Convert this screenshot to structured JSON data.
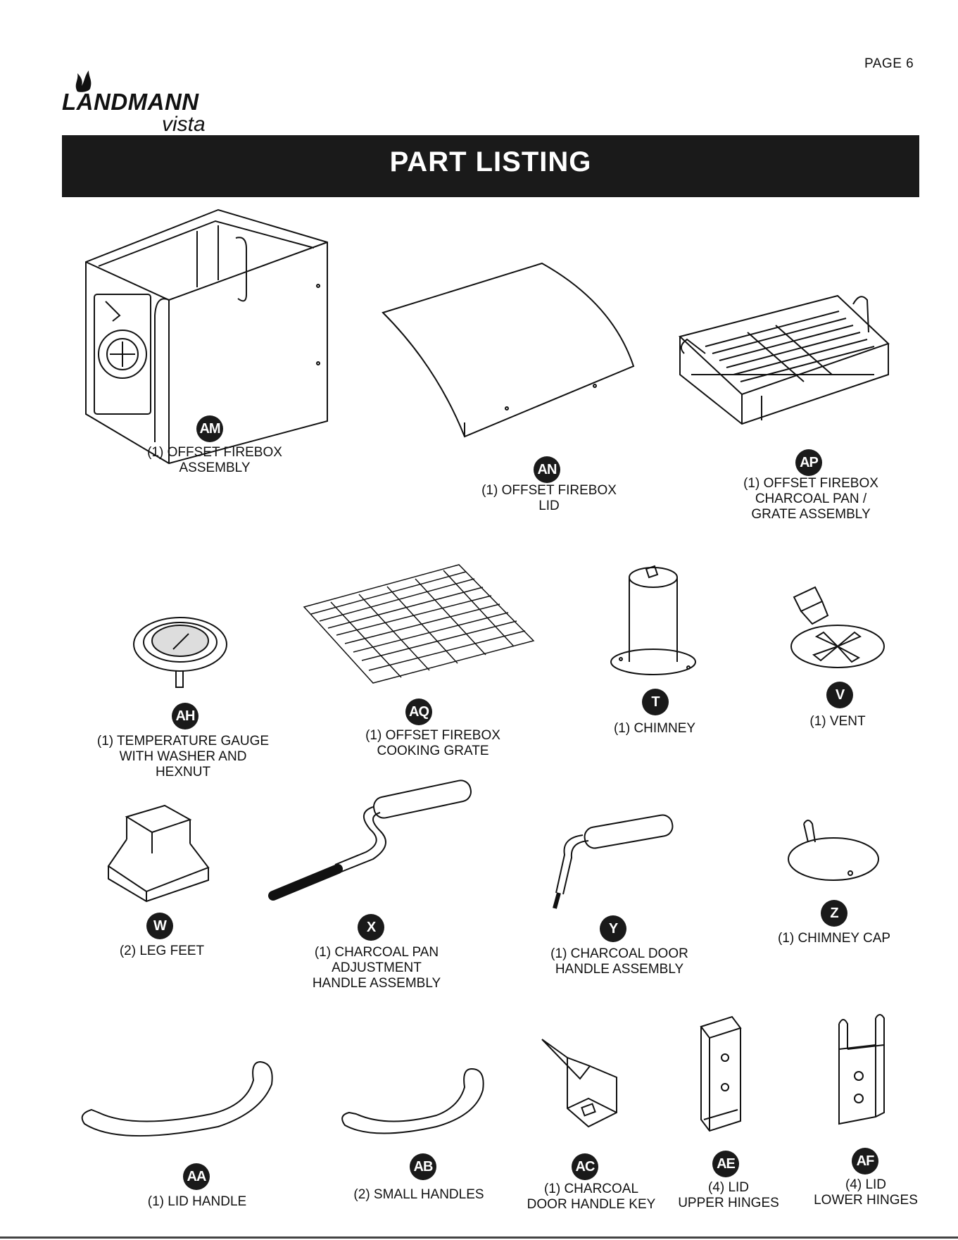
{
  "page": {
    "number_label": "PAGE 6"
  },
  "logo": {
    "brand": "LANDMANN",
    "sub": "vista"
  },
  "banner": {
    "title": "PART LISTING"
  },
  "parts": {
    "am": {
      "code": "AM",
      "line1": "(1) OFFSET FIREBOX",
      "line2": "ASSEMBLY"
    },
    "an": {
      "code": "AN",
      "line1": "(1) OFFSET FIREBOX",
      "line2": "LID"
    },
    "ap": {
      "code": "AP",
      "line1": "(1) OFFSET FIREBOX",
      "line2": "CHARCOAL PAN /",
      "line3": "GRATE ASSEMBLY"
    },
    "ah": {
      "code": "AH",
      "line1": "(1) TEMPERATURE GAUGE",
      "line2": "WITH WASHER AND",
      "line3": "HEXNUT"
    },
    "aq": {
      "code": "AQ",
      "line1": "(1) OFFSET FIREBOX",
      "line2": "COOKING GRATE"
    },
    "t": {
      "code": "T",
      "line1": "(1) CHIMNEY"
    },
    "v": {
      "code": "V",
      "line1": "(1) VENT"
    },
    "w": {
      "code": "W",
      "line1": "(2) LEG FEET"
    },
    "x": {
      "code": "X",
      "line1": "(1) CHARCOAL PAN",
      "line2": "ADJUSTMENT",
      "line3": "HANDLE ASSEMBLY"
    },
    "y": {
      "code": "Y",
      "line1": "(1) CHARCOAL DOOR",
      "line2": "HANDLE ASSEMBLY"
    },
    "z": {
      "code": "Z",
      "line1": "(1) CHIMNEY CAP"
    },
    "aa": {
      "code": "AA",
      "line1": "(1) LID HANDLE"
    },
    "ab": {
      "code": "AB",
      "line1": "(2) SMALL HANDLES"
    },
    "ac": {
      "code": "AC",
      "line1": "(1) CHARCOAL",
      "line2": "DOOR HANDLE KEY"
    },
    "ae": {
      "code": "AE",
      "line1": "(4) LID",
      "line2": "UPPER HINGES"
    },
    "af": {
      "code": "AF",
      "line1": "(4) LID",
      "line2": "LOWER HINGES"
    }
  }
}
